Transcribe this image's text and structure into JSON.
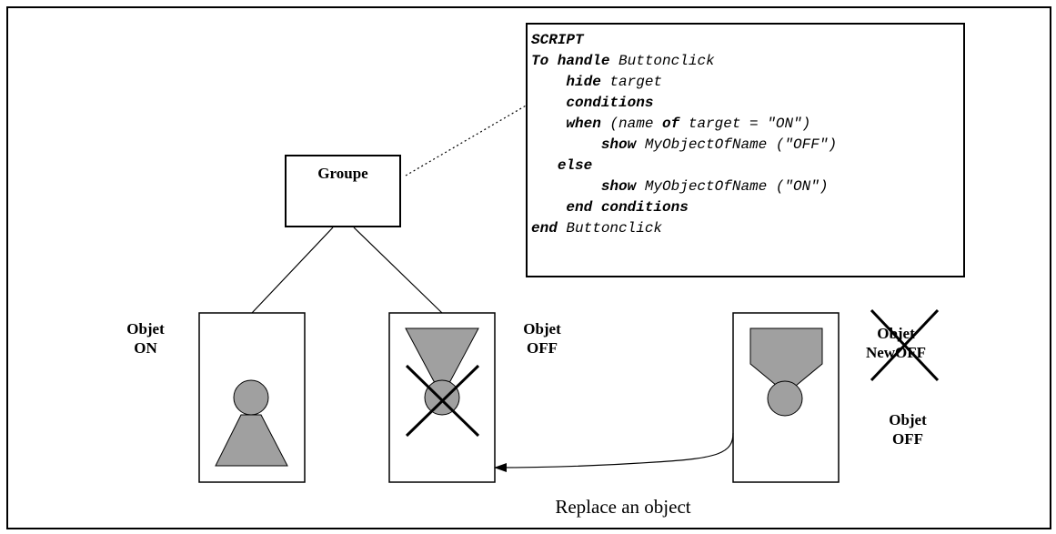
{
  "groupe_label": "Groupe",
  "script_lines": [
    {
      "indent": 0,
      "parts": [
        {
          "t": "SCRIPT",
          "b": true
        }
      ]
    },
    {
      "indent": 0,
      "parts": [
        {
          "t": "To handle",
          "b": true
        },
        {
          "t": " Buttonclick",
          "b": false
        }
      ]
    },
    {
      "indent": 4,
      "parts": [
        {
          "t": "hide",
          "b": true
        },
        {
          "t": " target",
          "b": false
        }
      ]
    },
    {
      "indent": 4,
      "parts": [
        {
          "t": "conditions",
          "b": true
        }
      ]
    },
    {
      "indent": 4,
      "parts": [
        {
          "t": "when",
          "b": true
        },
        {
          "t": " (name ",
          "b": false
        },
        {
          "t": "of",
          "b": true
        },
        {
          "t": " target = \"ON\")",
          "b": false
        }
      ]
    },
    {
      "indent": 8,
      "parts": [
        {
          "t": "show",
          "b": true
        },
        {
          "t": " MyObjectOfName (\"OFF\")",
          "b": false
        }
      ]
    },
    {
      "indent": 3,
      "parts": [
        {
          "t": "else",
          "b": true
        }
      ]
    },
    {
      "indent": 8,
      "parts": [
        {
          "t": "show",
          "b": true
        },
        {
          "t": " MyObjectOfName (\"ON\")",
          "b": false
        }
      ]
    },
    {
      "indent": 4,
      "parts": [
        {
          "t": "end conditions",
          "b": true
        }
      ]
    },
    {
      "indent": 0,
      "parts": [
        {
          "t": "end",
          "b": true
        },
        {
          "t": " Buttonclick",
          "b": false
        }
      ]
    }
  ],
  "labels": {
    "objet_on": {
      "line1": "Objet",
      "line2": "ON"
    },
    "objet_off": {
      "line1": "Objet",
      "line2": "OFF"
    },
    "objet_newoff": {
      "line1": "Objet",
      "line2": "NewOFF"
    },
    "objet_off_right": {
      "line1": "Objet",
      "line2": "OFF"
    }
  },
  "caption": "Replace an object",
  "colors": {
    "shape_fill": "#a0a0a0",
    "stroke": "#000000"
  }
}
